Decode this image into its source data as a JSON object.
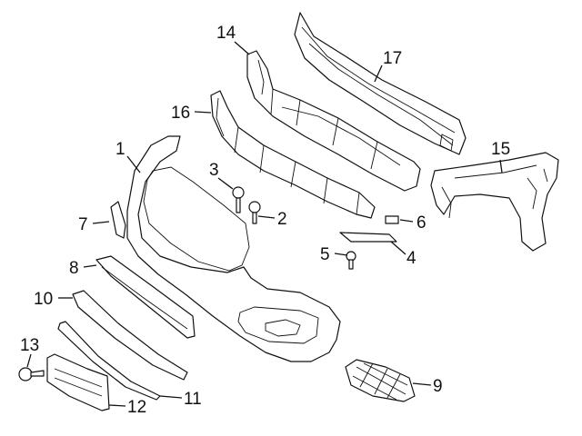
{
  "callouts": [
    {
      "id": "c1",
      "text": "1"
    },
    {
      "id": "c2",
      "text": "2"
    },
    {
      "id": "c3",
      "text": "3"
    },
    {
      "id": "c4",
      "text": "4"
    },
    {
      "id": "c5",
      "text": "5"
    },
    {
      "id": "c6",
      "text": "6"
    },
    {
      "id": "c7",
      "text": "7"
    },
    {
      "id": "c8",
      "text": "8"
    },
    {
      "id": "c9",
      "text": "9"
    },
    {
      "id": "c10",
      "text": "10"
    },
    {
      "id": "c11",
      "text": "11"
    },
    {
      "id": "c12",
      "text": "12"
    },
    {
      "id": "c13",
      "text": "13"
    },
    {
      "id": "c14",
      "text": "14"
    },
    {
      "id": "c15",
      "text": "15"
    },
    {
      "id": "c16",
      "text": "16"
    },
    {
      "id": "c17",
      "text": "17"
    }
  ],
  "colors": {
    "line": "#111111",
    "background": "#ffffff"
  }
}
